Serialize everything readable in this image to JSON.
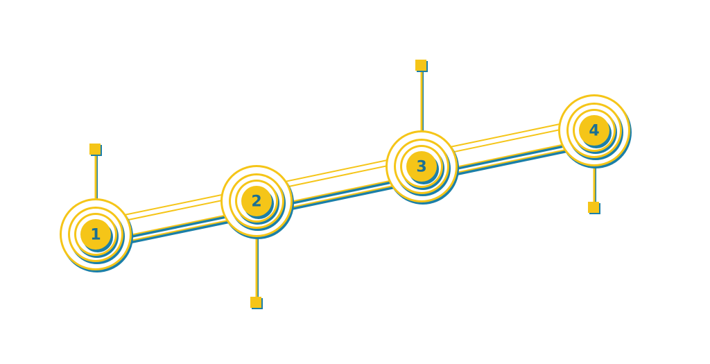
{
  "diagram": {
    "type": "step-timeline",
    "colors": {
      "yellow": "#f5c518",
      "blue": "#1b7fa8",
      "background": "#ffffff",
      "number_text": "#1b6f93"
    },
    "icon": "square-marker-icon",
    "steps": [
      {
        "label": "1"
      },
      {
        "label": "2"
      },
      {
        "label": "3"
      },
      {
        "label": "4"
      }
    ]
  }
}
